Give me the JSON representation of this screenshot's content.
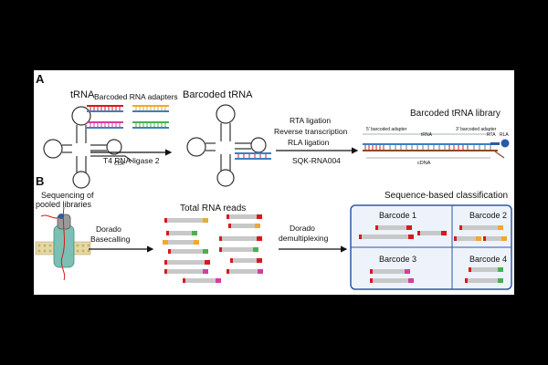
{
  "panel_a": {
    "letter": "A",
    "trna_label": "tRNA",
    "cca_label": "CCA",
    "adapters_label": "Barcoded RNA adapters",
    "ligase_label": "T4 RNA ligase 2",
    "barcoded_trna_label": "Barcoded tRNA",
    "steps": [
      "RTA ligation",
      "Reverse transcription",
      "RLA ligation"
    ],
    "kit_label": "SQK-RNA004",
    "library_title": "Barcoded tRNA library",
    "seg_5p": "5' barcoded adapter",
    "seg_trna": "tRNA",
    "seg_3p": "3' barcoded adapter",
    "seg_rta": "RTA",
    "seg_rla": "RLA",
    "cdna_label": "cDNA"
  },
  "panel_b": {
    "letter": "B",
    "seq_label_line1": "Sequencing of",
    "seq_label_line2": "pooled libraries",
    "dorado_basecall_line1": "Dorado",
    "dorado_basecall_line2": "Basecalling",
    "total_reads_title": "Total RNA reads",
    "dorado_demux_line1": "Dorado",
    "dorado_demux_line2": "demultiplexing",
    "classification_title": "Sequence-based classification",
    "barcodes": [
      "Barcode 1",
      "Barcode 2",
      "Barcode 3",
      "Barcode 4"
    ]
  },
  "colors": {
    "barcode_red": "#d7191c",
    "barcode_orange": "#f0a830",
    "barcode_green": "#4caf50",
    "barcode_magenta": "#d63ca0",
    "read_gray": "#c8c8c8",
    "box_blue": "#2b5aa6",
    "rna_blue": "#3a7fc4",
    "cdna_brown": "#8b4a2b"
  }
}
